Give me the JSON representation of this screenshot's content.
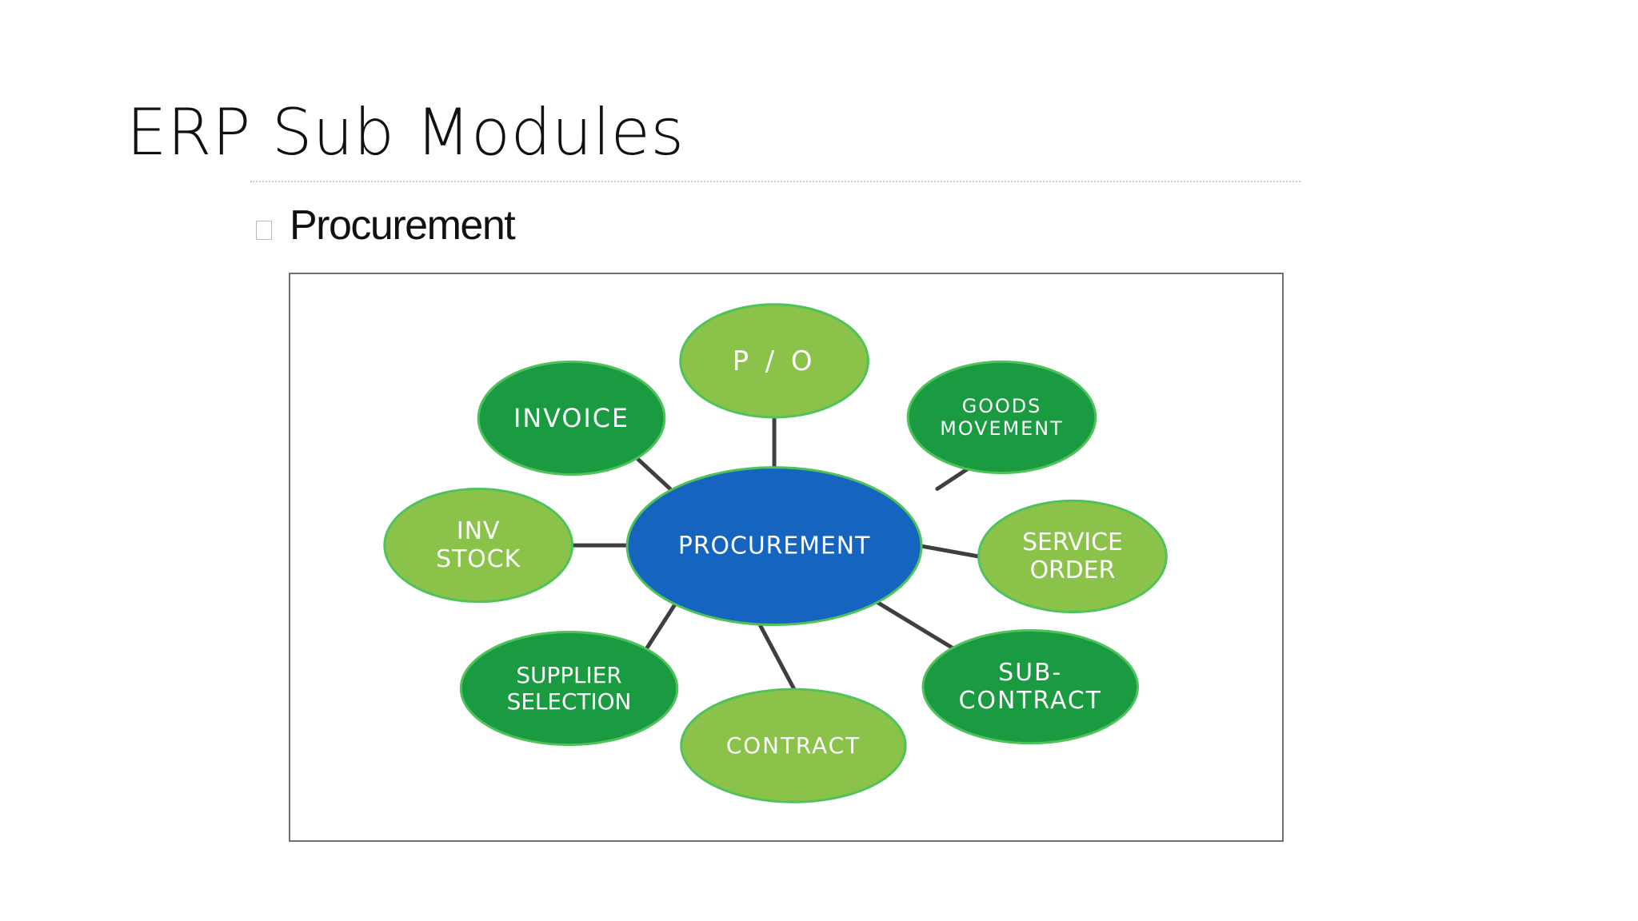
{
  "slide": {
    "title": "ERP Sub Modules",
    "bullet": "Procurement"
  },
  "diagram": {
    "center": {
      "id": "procurement",
      "label": "PROCUREMENT",
      "color": "#1565c0"
    },
    "nodes": [
      {
        "id": "po",
        "lines": [
          "P / O"
        ],
        "color": "#8bc34a"
      },
      {
        "id": "goods-movement",
        "lines": [
          "GOODS",
          "MOVEMENT"
        ],
        "color": "#1a9b41"
      },
      {
        "id": "service-order",
        "lines": [
          "SERVICE",
          "ORDER"
        ],
        "color": "#8bc34a"
      },
      {
        "id": "sub-contract",
        "lines": [
          "SUB-",
          "CONTRACT"
        ],
        "color": "#1a9b41"
      },
      {
        "id": "contract",
        "lines": [
          "CONTRACT"
        ],
        "color": "#8bc34a"
      },
      {
        "id": "supplier-selection",
        "lines": [
          "SUPPLIER",
          "SELECTION"
        ],
        "color": "#1a9b41"
      },
      {
        "id": "inv-stock",
        "lines": [
          "INV",
          "STOCK"
        ],
        "color": "#8bc34a"
      },
      {
        "id": "invoice",
        "lines": [
          "INVOICE"
        ],
        "color": "#1a9b41"
      }
    ],
    "connector_color": "#3f3f3f",
    "outline_color": "#4fc35a"
  }
}
